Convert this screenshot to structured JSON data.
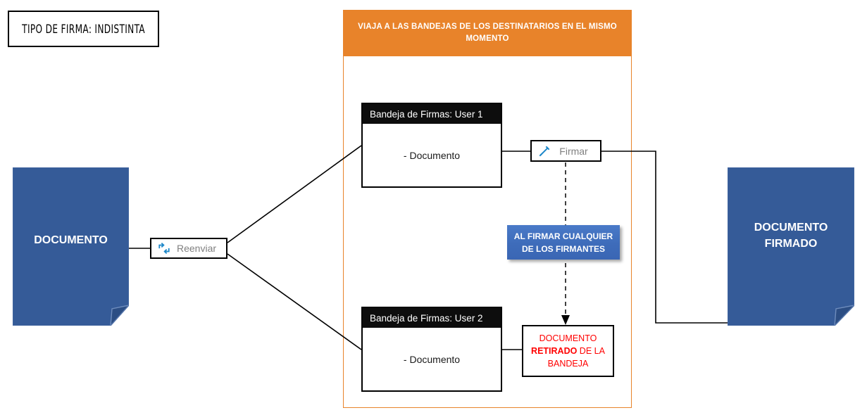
{
  "title_box": {
    "text": "TIPO DE FIRMA: INDISTINTA"
  },
  "orange_container": {
    "header_text": "VIAJA A LAS BANDEJAS DE LOS DESTINATARIOS EN EL MISMO MOMENTO",
    "border_color": "#E8832A",
    "header_bg": "#E8832A",
    "header_text_color": "#FFFFFF"
  },
  "documents": {
    "left": {
      "label": "DOCUMENTO",
      "fill_color": "#355B98",
      "fold_color": "#2C4E84",
      "text_color": "#FFFFFF"
    },
    "right": {
      "label_line1": "DOCUMENTO",
      "label_line2": "FIRMADO",
      "fill_color": "#355B98",
      "fold_color": "#2C4E84",
      "text_color": "#FFFFFF"
    }
  },
  "trays": [
    {
      "header": "Bandeja de Firmas: User 1",
      "body": "- Documento",
      "header_bg": "#0D0D0D",
      "header_text_color": "#FFFFFF"
    },
    {
      "header": "Bandeja de Firmas: User 2",
      "body": "- Documento",
      "header_bg": "#0D0D0D",
      "header_text_color": "#FFFFFF"
    }
  ],
  "buttons": {
    "reenviar": {
      "label": "Reenviar",
      "icon": "forward-retweet-icon",
      "icon_color": "#1C87C9",
      "label_color": "#808080"
    },
    "firmar": {
      "label": "Firmar",
      "icon": "pencil-sign-icon",
      "icon_color": "#1C87C9",
      "label_color": "#808080"
    }
  },
  "blue_callout": {
    "line1": "AL FIRMAR CUALQUIER",
    "line2": "DE LOS FIRMANTES",
    "bg_color": "#4472C4",
    "text_color": "#FFFFFF"
  },
  "red_box": {
    "line1": "DOCUMENTO",
    "line2_bold": "RETIRADO",
    "line2_rest": " DE LA",
    "line3": "BANDEJA",
    "text_color": "#FF0000",
    "border_color": "#000000"
  },
  "connectors": {
    "line_color": "#000000",
    "dashed_color": "#000000"
  }
}
